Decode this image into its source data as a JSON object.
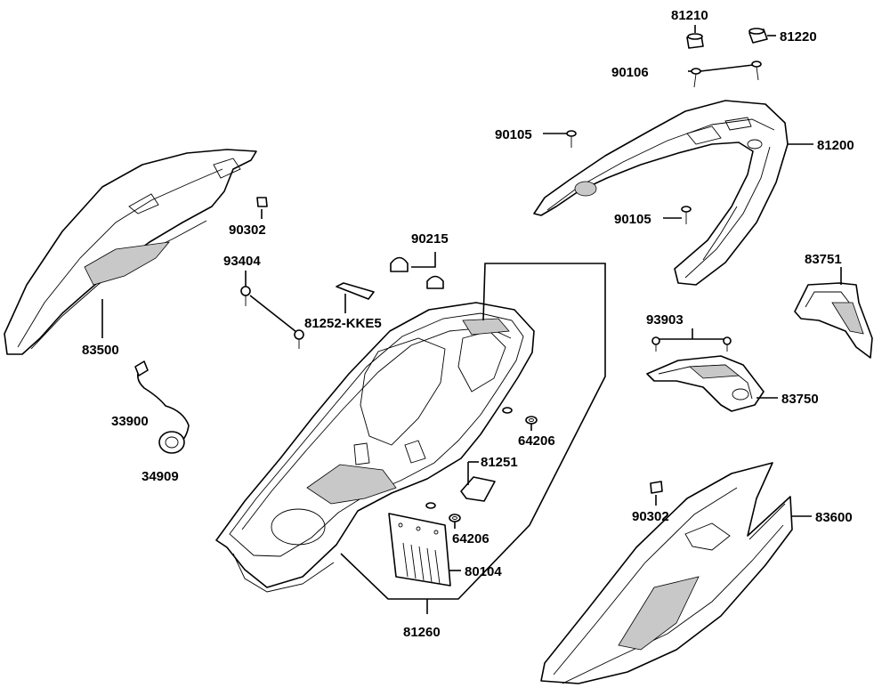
{
  "diagram": {
    "callouts": {
      "c81210": "81210",
      "c81220": "81220",
      "c90106": "90106",
      "c90105a": "90105",
      "c81200": "81200",
      "c90105b": "90105",
      "c90302a": "90302",
      "c90215": "90215",
      "c93404": "93404",
      "c81252": "81252-KKE5",
      "c83500": "83500",
      "c83751": "83751",
      "c93903": "93903",
      "c83750": "83750",
      "c33900": "33900",
      "c34909": "34909",
      "c64206a": "64206",
      "c81251": "81251",
      "c90302b": "90302",
      "c83600": "83600",
      "c64206b": "64206",
      "c80104": "80104",
      "c81260": "81260"
    }
  }
}
